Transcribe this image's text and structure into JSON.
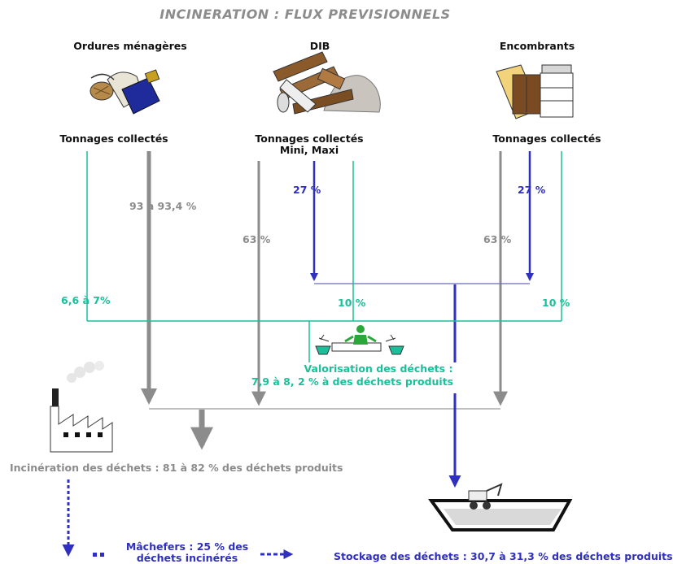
{
  "title": "INCINERATION : FLUX PREVISIONNELS",
  "sources": {
    "ordures": {
      "name": "Ordures ménagères",
      "tonnage": "Tonnages collectés"
    },
    "dib": {
      "name": "DIB",
      "tonnage": "Tonnages collectés",
      "tonnage_sub": "Mini, Maxi"
    },
    "encombrants": {
      "name": "Encombrants",
      "tonnage": "Tonnages collectés"
    }
  },
  "percentages": {
    "ordures_incineration": "93 à 93,4 %",
    "dib_incineration": "63 %",
    "dib_stockage": "27 %",
    "enc_incineration": "63 %",
    "enc_stockage": "27 %",
    "ordures_valorisation": "6,6 à  7%",
    "dib_valorisation": "10 %",
    "enc_valorisation": "10 %"
  },
  "valorisation": {
    "line1": "Valorisation des déchets :",
    "line2": "7,9 à 8, 2 % à des déchets produits"
  },
  "incineration": "Incinération des déchets : 81 à 82 % des déchets produits",
  "machefers": {
    "line1": "Mâchefers : 25 % des",
    "line2": "déchets incinérés"
  },
  "stockage": "Stockage des déchets : 30,7 à 31,3 % des déchets produits",
  "colors": {
    "gray": "#8c8c8c",
    "teal": "#1bbf9a",
    "blue": "#2f2fc0",
    "gray_line": "#999999",
    "blue_line": "#6b6bbf"
  },
  "icons": [
    "household-waste-icon",
    "industrial-waste-icon",
    "bulky-waste-icon",
    "sorting-worker-icon",
    "factory-icon",
    "landfill-icon"
  ]
}
